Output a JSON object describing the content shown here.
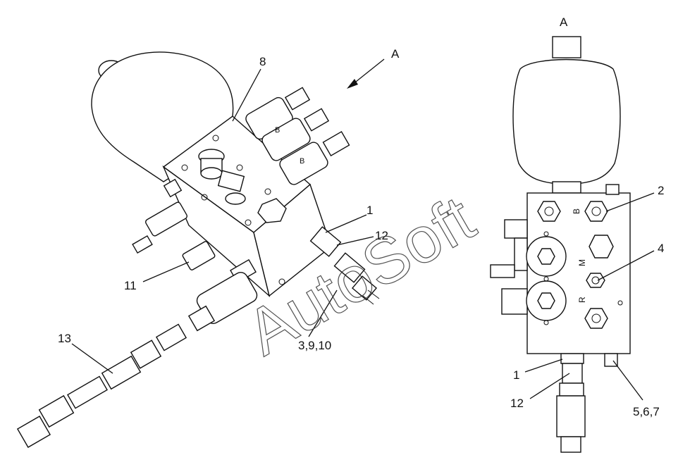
{
  "view_label_left": "A",
  "view_label_right": "A",
  "watermark": "AutoSoft",
  "port_labels": {
    "b": "B",
    "m": "M",
    "r": "R"
  },
  "callouts": {
    "c8": "8",
    "c1_left": "1",
    "c12_left": "12",
    "c11": "11",
    "c3_9_10": "3,9,10",
    "c13": "13",
    "c2": "2",
    "c4": "4",
    "c1_right": "1",
    "c12_right": "12",
    "c5_6_7": "5,6,7"
  }
}
